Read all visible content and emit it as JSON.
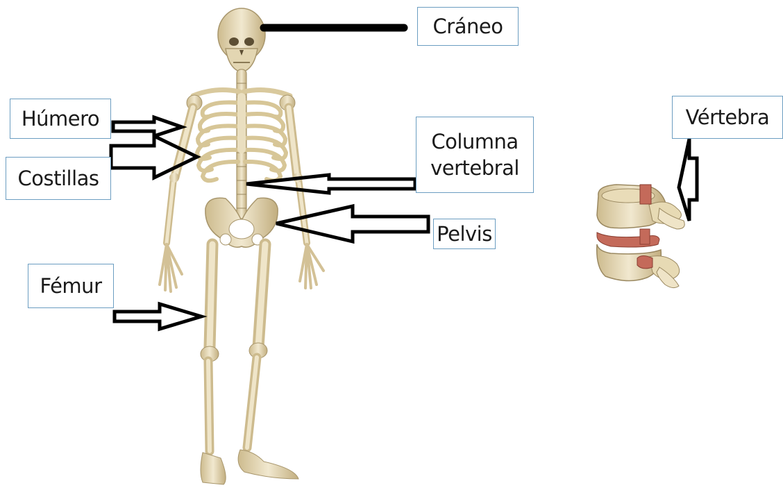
{
  "labels": {
    "craneo": "Cráneo",
    "humero": "Húmero",
    "costillas": "Costillas",
    "columna_line1": "Columna",
    "columna_line2": "vertebral",
    "pelvis": "Pelvis",
    "femur": "Fémur",
    "vertebra": "Vértebra"
  },
  "colors": {
    "label_border": "#6b9dc1",
    "bone": "#eadfc0",
    "bone_shadow": "#b9a67a",
    "disc": "#c46a5a",
    "arrow": "#000000"
  }
}
